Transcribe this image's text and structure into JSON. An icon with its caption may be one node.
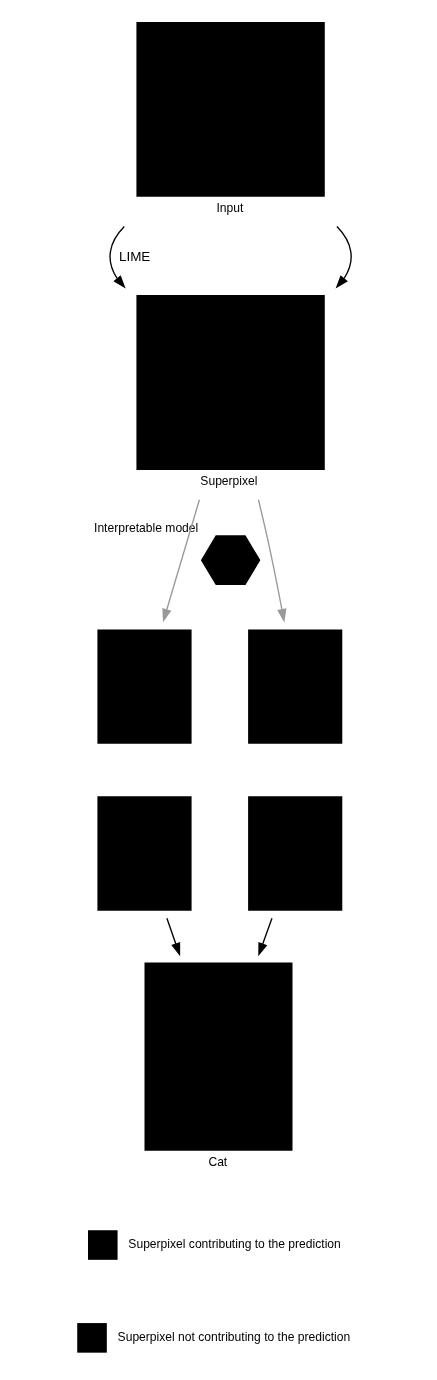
{
  "diagram": {
    "nodes": [
      {
        "text": [],
        "shape": "box",
        "beside": [
          "Input"
        ]
      },
      {
        "text": [],
        "shape": "box",
        "beside": [
          "Superpixel"
        ]
      },
      {
        "text": [],
        "shape": "hexagon",
        "beside": [
          "Interpretable model"
        ]
      },
      {
        "text": [],
        "shape": "box"
      },
      {
        "text": [],
        "shape": "box"
      },
      {
        "text": [],
        "shape": "box"
      },
      {
        "text": [],
        "shape": "box"
      },
      {
        "text": [],
        "shape": "box",
        "beside": [
          "Cat"
        ]
      }
    ],
    "edges": [
      {
        "from": 0,
        "to": 1,
        "arrow": "to",
        "label": "LIME"
      },
      {
        "from": 0,
        "to": 1,
        "arrow": "to"
      },
      {
        "from": 1,
        "to": 3,
        "arrow": "to",
        "color": "#999999"
      },
      {
        "from": 1,
        "to": 4,
        "arrow": "to",
        "color": "#999999"
      },
      {
        "from": 5,
        "to": 7,
        "arrow": "to"
      },
      {
        "from": 6,
        "to": 7,
        "arrow": "to"
      }
    ],
    "legend": [
      {
        "text": "Superpixel contributing to the prediction",
        "color": "#000000"
      },
      {
        "text": "Superpixel not contributing to the prediction",
        "color": "#000000"
      }
    ]
  }
}
